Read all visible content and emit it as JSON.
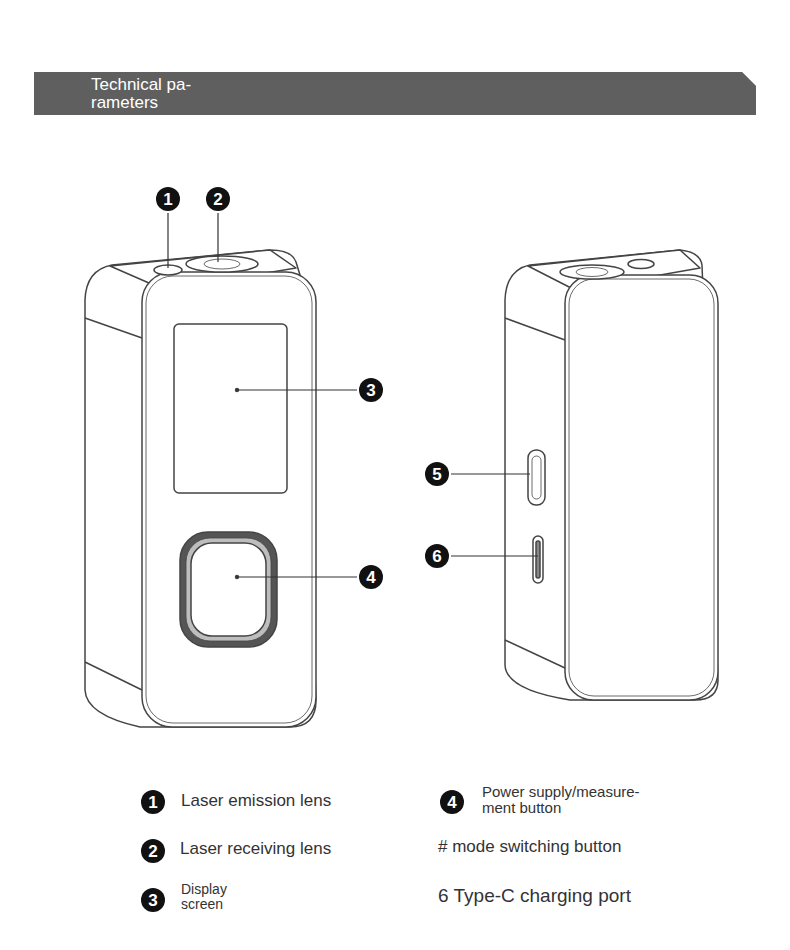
{
  "diagram": {
    "title": "Technical pa- rameters",
    "labels": [
      "1",
      "2",
      "3",
      "4",
      "5",
      "6",
      "1",
      "Laser emission lens",
      "2",
      "Laser receiving lens",
      "3",
      "Display screen",
      "4",
      "Power supply/measure- ment button",
      "# mode switching button",
      "6 Type-C charging port"
    ]
  }
}
